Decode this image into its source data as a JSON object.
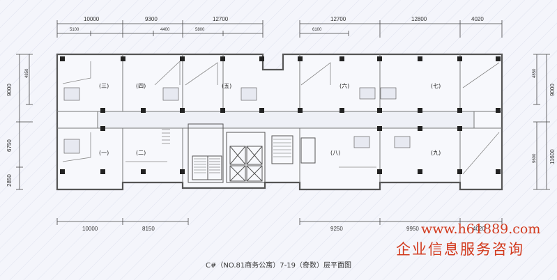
{
  "dimensions": {
    "top_main": [
      "10000",
      "9300",
      "12700",
      "12700",
      "12800",
      "4020"
    ],
    "top_sub": [
      "5100",
      "4400",
      "5800",
      "6100"
    ],
    "left": [
      "4850",
      "9000",
      "6750",
      "2850"
    ],
    "right": [
      "4850",
      "9000",
      "11600",
      "9600"
    ],
    "bottom": [
      "10000",
      "8150",
      "9250",
      "9950",
      "4020"
    ]
  },
  "rooms": [
    "(一)",
    "(二)",
    "(三)",
    "(四)",
    "(五)",
    "(六)",
    "(七)",
    "(八)",
    "(九)"
  ],
  "caption": "C#（NO.81商务公寓）7-19（奇数）层平面图",
  "watermark": {
    "url": "www.h61889.com",
    "text": "企业信息服务咨询"
  }
}
